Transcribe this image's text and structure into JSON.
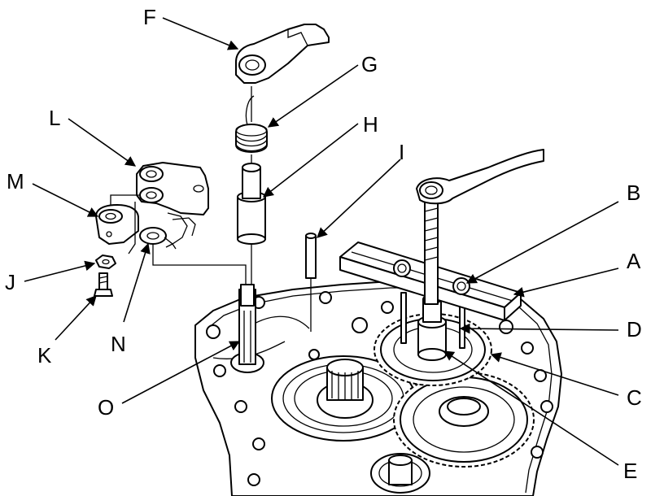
{
  "labels": {
    "A": "A",
    "B": "B",
    "C": "C",
    "D": "D",
    "E": "E",
    "F": "F",
    "G": "G",
    "H": "H",
    "I": "I",
    "J": "J",
    "K": "K",
    "L": "L",
    "M": "M",
    "N": "N",
    "O": "O"
  }
}
